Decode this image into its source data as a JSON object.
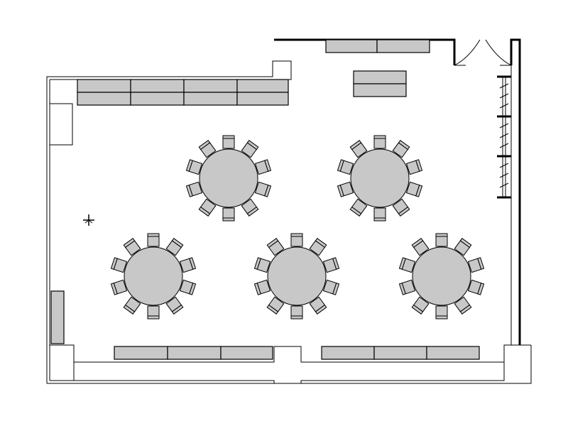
{
  "floor_plan": {
    "title": "",
    "room": "banquet layout",
    "colors": {
      "furniture_fill": "#c8c8c8",
      "outline": "#000000",
      "background": "#ffffff"
    },
    "round_tables": {
      "count": 5,
      "chairs_per_table": 10
    },
    "icons": [
      "door-icon",
      "coat-rack-icon",
      "plant-icon"
    ]
  }
}
